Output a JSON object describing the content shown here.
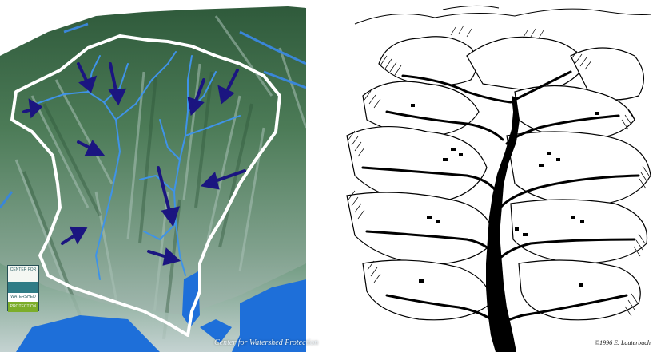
{
  "left_panel": {
    "caption": "Center for Watershed Protection",
    "logo_lines": [
      "CENTER FOR",
      "WATERSHED",
      "PROTECTION"
    ],
    "colors": {
      "terrain_dark": "#426e4b",
      "terrain_light": "#b9c8c0",
      "ridge_valley": "#9fb8b8",
      "boundary": "#ffffff",
      "stream": "#2f7fd6",
      "arrow": "#1b1580",
      "water": "#1e6fd9"
    }
  },
  "right_panel": {
    "credit": "©1996 E. Lauterbach",
    "colors": {
      "ink": "#000000",
      "paper": "#ffffff"
    }
  }
}
